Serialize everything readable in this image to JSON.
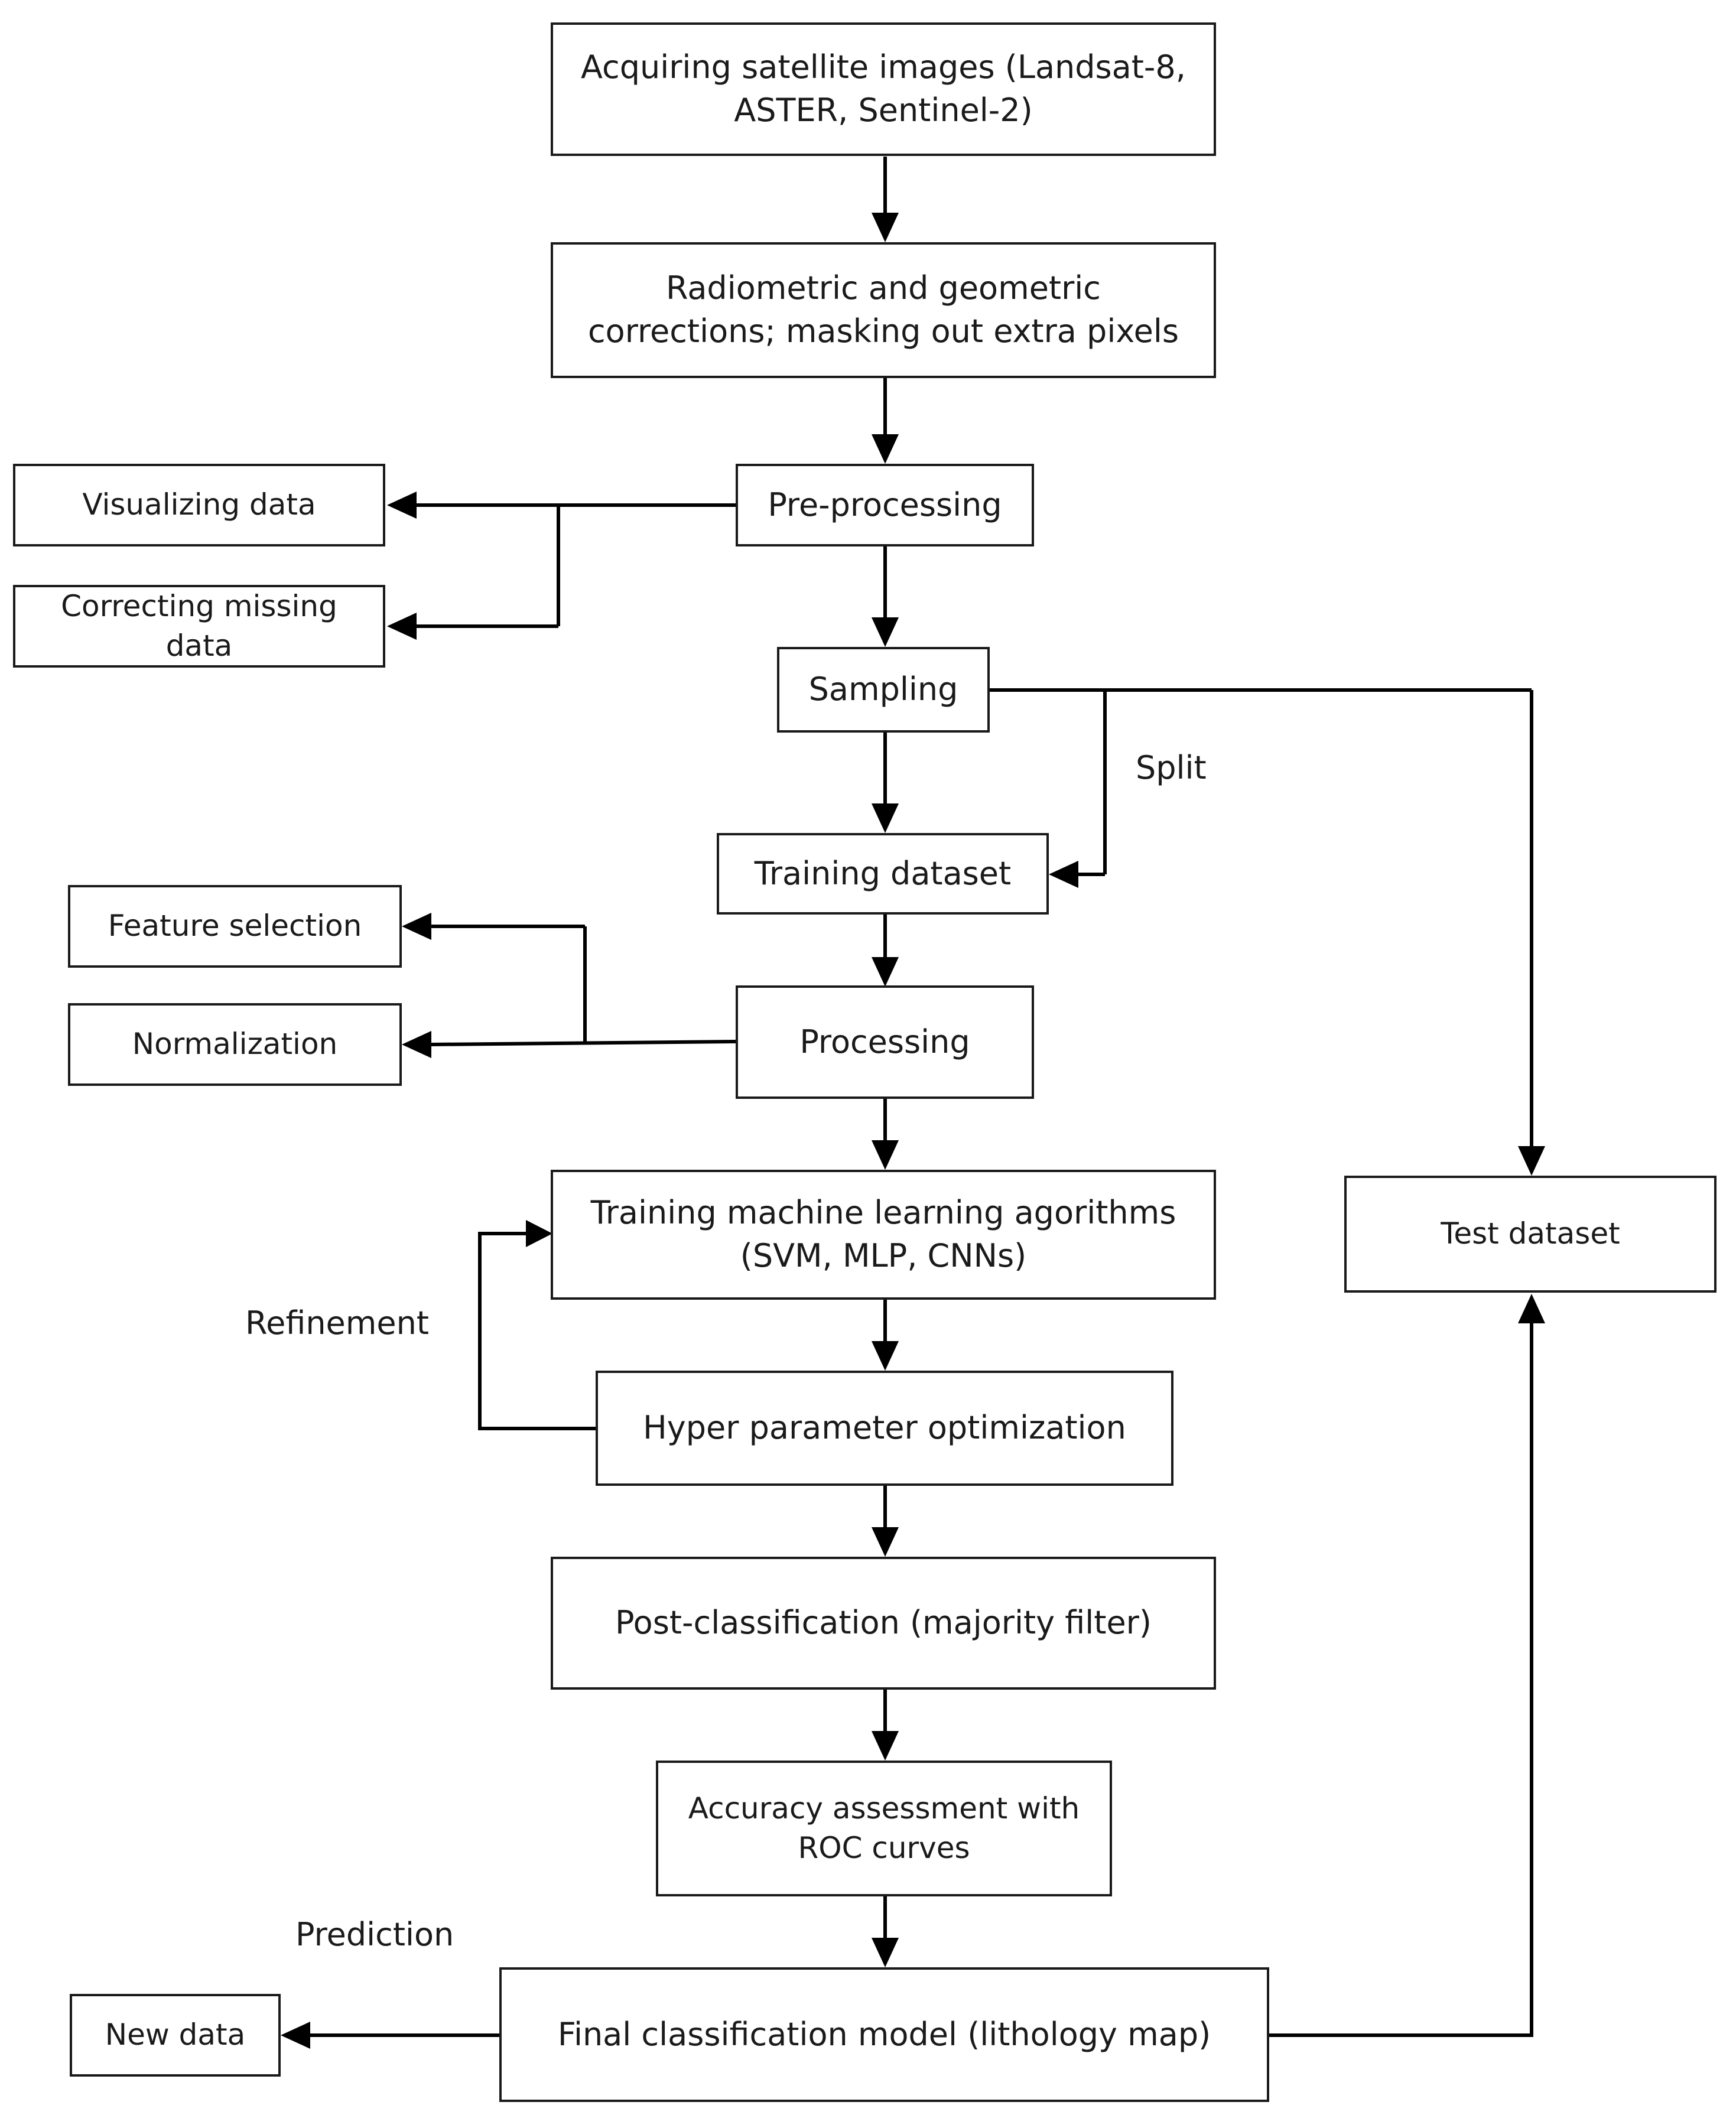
{
  "diagram": {
    "nodes": {
      "acquire": "Acquiring satellite images (Landsat-8, ASTER, Sentinel-2)",
      "corrections": "Radiometric and geometric corrections; masking out extra pixels",
      "preprocessing": "Pre-processing",
      "visualizing": "Visualizing data",
      "correcting_missing": "Correcting missing data",
      "sampling": "Sampling",
      "training_dataset": "Training dataset",
      "feature_selection": "Feature selection",
      "normalization": "Normalization",
      "processing": "Processing",
      "training_ml": "Training machine learning agorithms (SVM, MLP, CNNs)",
      "hyperparam": "Hyper parameter optimization",
      "post_class": "Post-classification (majority filter)",
      "accuracy": "Accuracy assessment with ROC curves",
      "final_model": "Final classification model (lithology map)",
      "new_data": "New data",
      "test_dataset": "Test dataset"
    },
    "labels": {
      "split": "Split",
      "refinement": "Refinement",
      "prediction": "Prediction"
    }
  }
}
